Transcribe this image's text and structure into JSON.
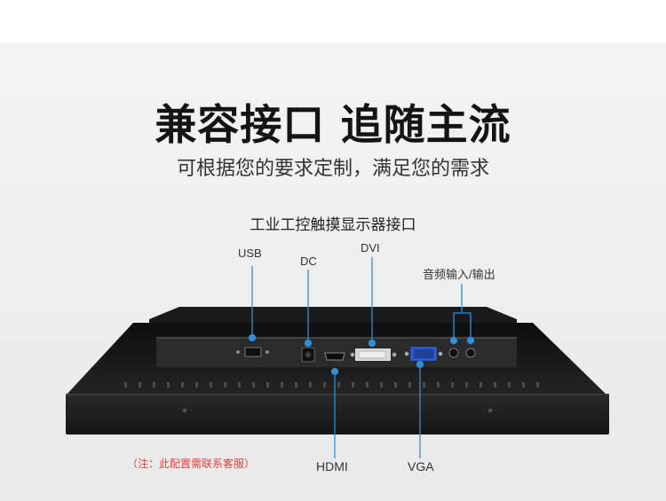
{
  "headline": "兼容接口 追随主流",
  "subline": "可根据您的要求定制，满足您的需求",
  "section_title": "工业工控触摸显示器接口",
  "ports": {
    "usb": "USB",
    "dc": "DC",
    "dvi": "DVI",
    "audio": "音频输入/输出",
    "hdmi": "HDMI",
    "vga": "VGA"
  },
  "note": "（注：此配置需联系客服）",
  "colors": {
    "leader_line": "#2f8fd8",
    "note_text": "#e0413a",
    "device_body": "#1b1b1b"
  }
}
